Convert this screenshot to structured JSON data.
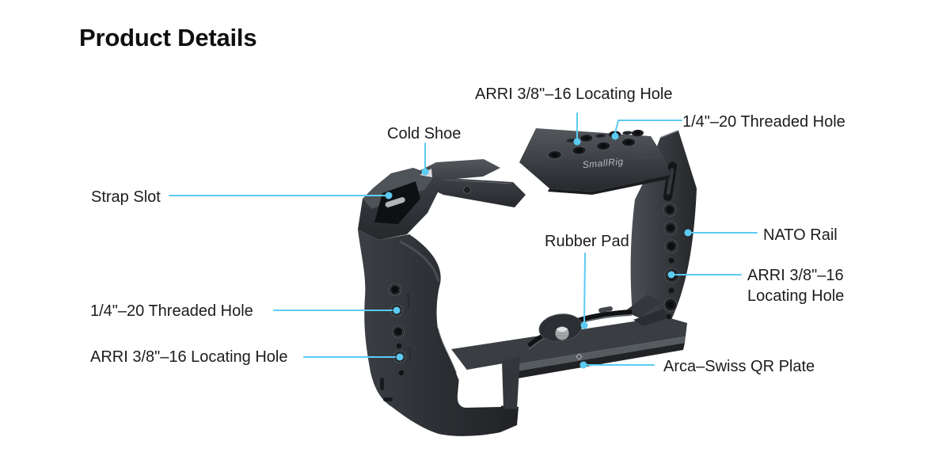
{
  "page": {
    "title": "Product Details"
  },
  "product": {
    "brand_logo": "SmallRig"
  },
  "colors": {
    "accent": "#5bcbf2",
    "label_text": "#1c1c1e",
    "title_text": "#101012"
  },
  "callouts": [
    {
      "id": "arri-locating-hole-top",
      "label": "ARRI 3/8\"–16 Locating Hole"
    },
    {
      "id": "quarter-20-threaded-hole-top",
      "label": "1/4\"–20 Threaded Hole"
    },
    {
      "id": "cold-shoe",
      "label": "Cold Shoe"
    },
    {
      "id": "strap-slot",
      "label": "Strap Slot"
    },
    {
      "id": "rubber-pad",
      "label": "Rubber Pad"
    },
    {
      "id": "nato-rail",
      "label": "NATO Rail"
    },
    {
      "id": "arri-locating-hole-right",
      "label": "ARRI 3/8\"–16\nLocating Hole"
    },
    {
      "id": "quarter-20-threaded-hole-left",
      "label": "1/4\"–20 Threaded Hole"
    },
    {
      "id": "arri-locating-hole-left",
      "label": "ARRI 3/8\"–16 Locating Hole"
    },
    {
      "id": "arca-swiss-qr-plate",
      "label": "Arca–Swiss QR Plate"
    }
  ]
}
